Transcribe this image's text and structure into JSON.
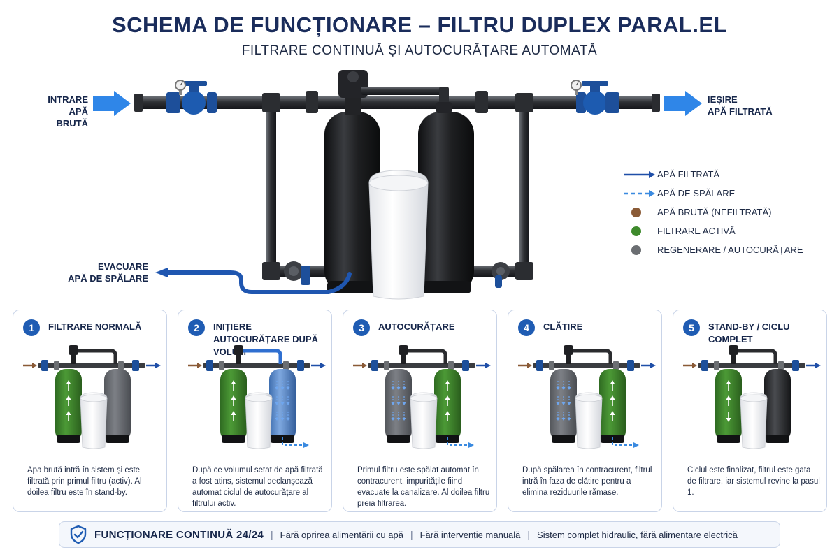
{
  "title": "SCHEMA DE FUNCȚIONARE – FILTRU DUPLEX PARAL.EL",
  "subtitle": "FILTRARE CONTINUĂ ȘI AUTOCURĂȚARE AUTOMATĂ",
  "labels": {
    "inlet": "INTRARE\nAPĂ BRUTĂ",
    "outlet": "IEȘIRE\nAPĂ FILTRATĂ",
    "drain": "EVACUARE\nAPĂ DE SPĂLARE"
  },
  "legend": [
    {
      "symbol": "solid-arrow",
      "color": "#1f4fa8",
      "label": "APĂ FILTRATĂ"
    },
    {
      "symbol": "dashed-arrow",
      "color": "#3a8ae0",
      "label": "APĂ DE SPĂLARE"
    },
    {
      "symbol": "dot",
      "color": "#8a5a36",
      "label": "APĂ BRUTĂ (NEFILTRATĂ)"
    },
    {
      "symbol": "dot",
      "color": "#3e8a2c",
      "label": "FILTRARE ACTIVĂ"
    },
    {
      "symbol": "dot",
      "color": "#6b6e72",
      "label": "REGENERARE / AUTOCURĂȚARE"
    }
  ],
  "steps": [
    {
      "number": "1",
      "title": "FILTRARE NORMALĂ",
      "desc": "Apa brută intră în sistem și este filtrată prin primul filtru (activ). Al doilea filtru este în stand-by.",
      "left_state": "green",
      "right_state": "gray",
      "left_arrows": "up",
      "right_arrows": "none",
      "drain": false,
      "top_pipe_active": false
    },
    {
      "number": "2",
      "title": "INIȚIERE AUTOCURĂȚARE DUPĂ VOLUM",
      "desc": "După ce volumul setat de apă filtrată a fost atins, sistemul declanșează automat ciclul de autocurățare al filtrului activ.",
      "left_state": "green",
      "right_state": "blue",
      "left_arrows": "up",
      "right_arrows": "down",
      "drain": true,
      "top_pipe_active": true
    },
    {
      "number": "3",
      "title": "AUTOCURĂȚARE",
      "desc": "Primul filtru este spălat automat în contracurent, impuritățile fiind evacuate la canalizare. Al doilea filtru preia filtrarea.",
      "left_state": "gray",
      "right_state": "green",
      "left_arrows": "down",
      "right_arrows": "up",
      "drain": true,
      "top_pipe_active": false
    },
    {
      "number": "4",
      "title": "CLĂTIRE",
      "desc": "După spălarea în contracurent, filtrul intră în faza de clătire pentru a elimina reziduurile rămase.",
      "left_state": "gray",
      "right_state": "green",
      "left_arrows": "down",
      "right_arrows": "up",
      "drain": true,
      "top_pipe_active": false
    },
    {
      "number": "5",
      "title": "STAND-BY / CICLU COMPLET",
      "desc": "Ciclul este finalizat, filtrul este gata de filtrare, iar sistemul revine la pasul 1.",
      "left_state": "green",
      "right_state": "dark",
      "left_arrows": "mixed",
      "right_arrows": "none",
      "drain": false,
      "top_pipe_active": false
    }
  ],
  "footer": {
    "icon": "shield-check-icon",
    "title": "FUNCȚIONARE CONTINUĂ 24/24",
    "items": [
      "Fără oprirea alimentării cu apă",
      "Fără intervenție manuală",
      "Sistem complet hidraulic, fără alimentare electrică"
    ]
  },
  "colors": {
    "accent_blue": "#1f5cb3",
    "arrow_blue": "#2f86e8",
    "raw_water": "#8a5a36",
    "active_green": "#3e8a2c",
    "regen_gray": "#6b6e72",
    "tank_black": "#1e1f21"
  }
}
